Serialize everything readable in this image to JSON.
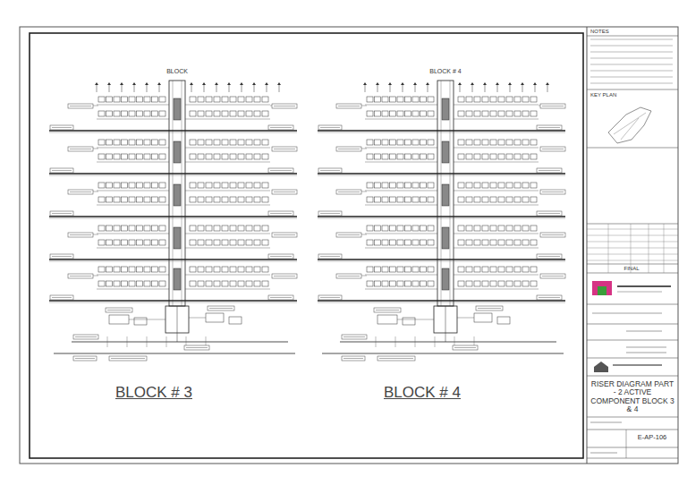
{
  "diagram": {
    "nodes": [
      {
        "text": [
          "RISER DIAGRAM PART - 2 ACTIVE COMPONENT BLOCK 3 & 4"
        ]
      },
      {
        "text": [
          "E-AP-106"
        ]
      }
    ],
    "labels": [
      "BLOCK",
      "BLOCK # 4",
      "BLOCK # 3",
      "BLOCK # 4",
      "NOTES",
      "KEY PLAN",
      "FINAL"
    ]
  }
}
